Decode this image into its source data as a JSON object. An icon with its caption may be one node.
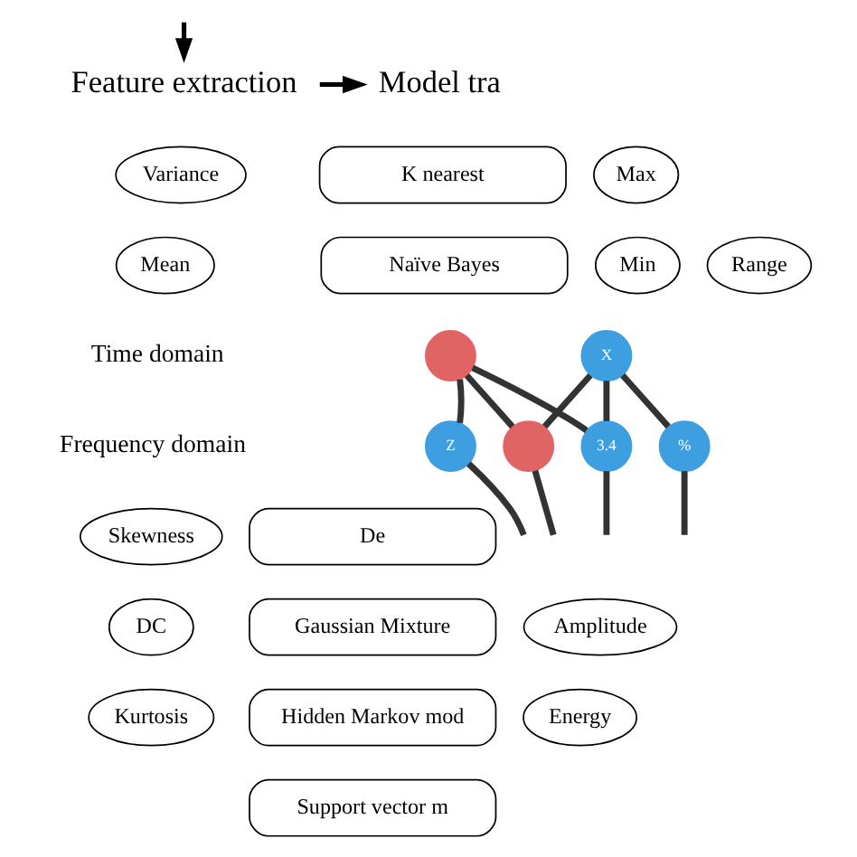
{
  "diagram": {
    "nodes": [
      {
        "text": [
          "Feature extraction"
        ]
      },
      {
        "text": [
          "Model tra"
        ]
      },
      {
        "text": [
          "Variance"
        ]
      },
      {
        "text": [
          "Max"
        ]
      },
      {
        "text": [
          "Mean"
        ]
      },
      {
        "text": [
          "Min"
        ]
      },
      {
        "text": [
          "Range"
        ]
      },
      {
        "text": [
          "Skewness"
        ]
      },
      {
        "text": [
          "DC"
        ]
      },
      {
        "text": [
          "Amplitude"
        ]
      },
      {
        "text": [
          "Kurtosis"
        ]
      },
      {
        "text": [
          "Energy"
        ]
      },
      {
        "text": [
          "K nearest"
        ]
      },
      {
        "text": [
          "Naïve Bayes"
        ]
      },
      {
        "text": [],
        "shape": "circle"
      },
      {
        "text": [
          "X"
        ]
      },
      {
        "text": [
          "Z"
        ]
      },
      {
        "text": [
          "3.4"
        ]
      },
      {
        "text": [],
        "shape": "circle"
      },
      {
        "text": [
          "%"
        ]
      },
      {
        "text": [
          "De"
        ]
      },
      {
        "text": [
          "Gaussian Mixture"
        ]
      },
      {
        "text": [
          "Hidden Markov mod"
        ]
      },
      {
        "text": [
          "Support vector m"
        ]
      }
    ],
    "edges": [
      {
        "from": null,
        "to": 0,
        "arrow": "to"
      },
      {
        "from": 0,
        "to": 1,
        "arrow": "to"
      },
      {
        "from": 14,
        "to": 16,
        "arrow": "none"
      },
      {
        "from": 14,
        "to": 17,
        "arrow": "none"
      },
      {
        "from": 14,
        "to": 18,
        "arrow": "none"
      },
      {
        "from": 15,
        "to": 17,
        "arrow": "none"
      },
      {
        "from": 15,
        "to": 18,
        "arrow": "none"
      },
      {
        "from": 15,
        "to": 19,
        "arrow": "none"
      },
      {
        "from": 16,
        "to": null,
        "arrow": "none"
      },
      {
        "from": 17,
        "to": null,
        "arrow": "none"
      },
      {
        "from": 18,
        "to": null,
        "arrow": "none"
      },
      {
        "from": 19,
        "to": null,
        "arrow": "none"
      }
    ],
    "labels": [
      "Time domain",
      "Frequency domain"
    ]
  }
}
